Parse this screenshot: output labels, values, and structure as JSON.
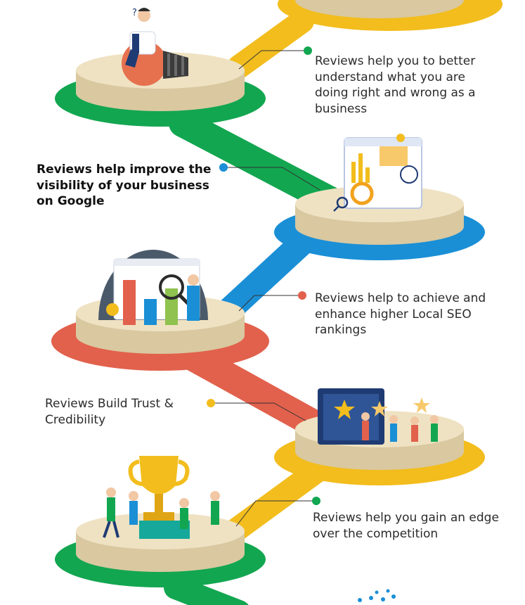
{
  "colors": {
    "green": "#12a650",
    "yellow": "#f2bd1d",
    "blue": "#1a8fd6",
    "red": "#e2614c",
    "platform_top": "#efe2c2",
    "platform_side": "#d9c8a0"
  },
  "steps": [
    {
      "text": "Reviews help you to better understand what you are doing right and wrong as a business",
      "color": "green",
      "illustration": "thinking-man-on-lightbulb-icon"
    },
    {
      "text": "Reviews help improve the visibility of your business on Google",
      "color": "blue",
      "illustration": "analytics-dashboard-icon"
    },
    {
      "text": "Reviews help to achieve and enhance higher Local SEO rankings",
      "color": "red",
      "illustration": "seo-search-magnifier-icon"
    },
    {
      "text": "Reviews Build Trust & Credibility",
      "color": "yellow",
      "illustration": "celebrating-people-screen-icon"
    },
    {
      "text": "Reviews help you gain an edge over the competition",
      "color": "green",
      "illustration": "trophy-team-icon"
    }
  ]
}
